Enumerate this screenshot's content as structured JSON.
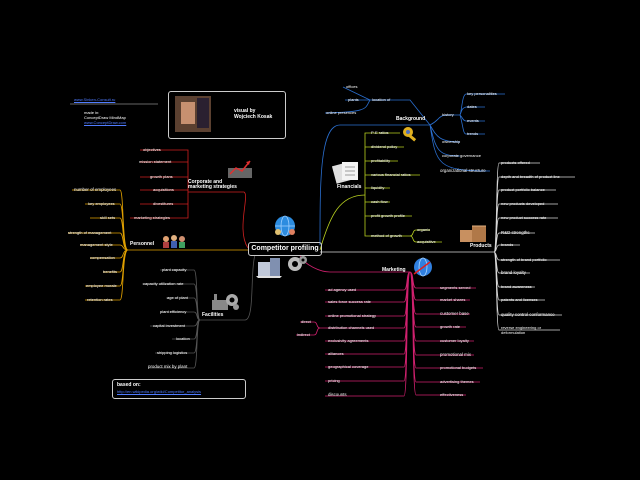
{
  "central": "Competitor profiling",
  "info": {
    "website": "www.Sinken-Consult.ru",
    "made_in": "made in:",
    "tool": "ConceptDraw MindMap",
    "tool_link": "www.ConceptDraw.com",
    "visual_line1": "visual by",
    "visual_line2": "Wojciech Kosak",
    "based_on": "based on:",
    "source_link": "http://en.wikipedia.org/wiki/Competitor_analysis"
  },
  "corporate": {
    "title_line1": "Corporate and",
    "title_line2": "marketing strategies",
    "items": [
      "objectives",
      "mission statement",
      "growth plans",
      "acquisitions",
      "divestitures",
      "marketing strategies"
    ]
  },
  "personnel": {
    "title": "Personnel",
    "items": [
      "number of employees",
      "key employees",
      "skill sets",
      "strength of management",
      "management style",
      "compensation",
      "benefits",
      "employee morale",
      "retention rates"
    ]
  },
  "facilities": {
    "title": "Facilities",
    "items": [
      "plant capacity",
      "capacity utilization rate",
      "age of plant",
      "plant efficiency",
      "capital investment",
      "location",
      "shipping logistics",
      "product mix by plant"
    ]
  },
  "background": {
    "title": "Background",
    "items": [
      "offices",
      "plants",
      "location of",
      "online presences",
      "history",
      "ownership",
      "corporate governance",
      "organizational structure"
    ],
    "history_items": [
      "key personalities",
      "dates",
      "events",
      "trends"
    ]
  },
  "financials": {
    "title": "Financials",
    "items": [
      "P-E ratios",
      "dividend policy",
      "profitability",
      "various financial ratios",
      "liquidity",
      "cash flow",
      "profit growth profile",
      "method of growth"
    ],
    "growth_items": [
      "organic",
      "acquisitive"
    ]
  },
  "products": {
    "title": "Products",
    "items": [
      "products offered",
      "depth and breadth of product line",
      "product portfolio balance",
      "new products developed",
      "new product success rate",
      "R&D strengths",
      "brands",
      "strength of brand portfolio",
      "brand loyalty",
      "brand awareness",
      "patents and licenses",
      "quality control conformance",
      "reverse engineering or deformulation"
    ]
  },
  "marketing": {
    "title": "Marketing",
    "right_items": [
      "segments served",
      "market shares",
      "customer base",
      "growth rate",
      "customer loyalty",
      "promotional mix",
      "promotional budgets",
      "advertising themes",
      "effectiveness"
    ],
    "left_items": [
      "ad agency used",
      "sales force success rate",
      "online promotional strategy",
      "distribution channels used",
      "exclusivity agreements",
      "alliances",
      "geographical coverage",
      "pricing",
      "discounts"
    ],
    "channel_items": [
      "direct",
      "indirect"
    ]
  },
  "colors": {
    "corporate": "#d02020",
    "personnel": "#e0a000",
    "facilities": "#555555",
    "background": "#2a6fd0",
    "financials": "#b8d020",
    "products": "#d8d8d8",
    "marketing": "#d0206e"
  }
}
